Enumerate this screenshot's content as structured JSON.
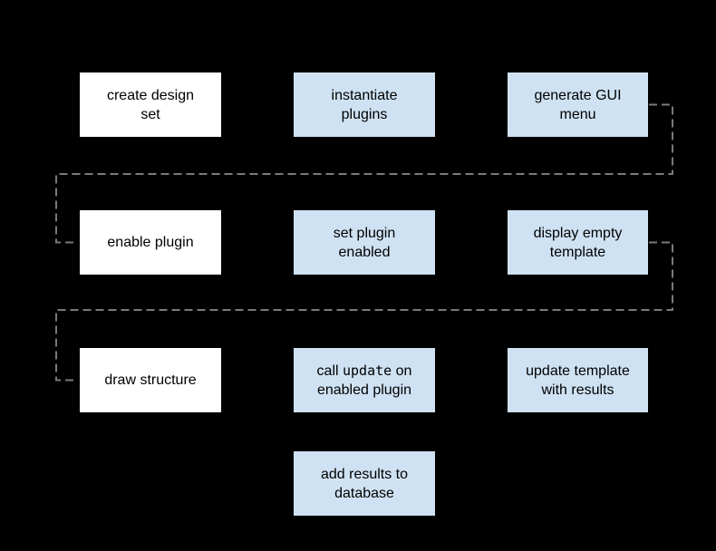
{
  "diagram": {
    "background_color": "#000000",
    "box_border_color": "#000000",
    "user_action_box_fill": "#ffffff",
    "process_box_fill": "#cfe2f3",
    "connector_color": "#7a7a7a",
    "text_color": "#000000",
    "boxes": {
      "create_design_set": {
        "label": "create design\nset"
      },
      "instantiate_plugins": {
        "label": "instantiate\nplugins"
      },
      "generate_gui_menu": {
        "label": "generate GUI\nmenu"
      },
      "enable_plugin": {
        "label": "enable plugin"
      },
      "set_plugin_enabled": {
        "label": "set plugin\nenabled"
      },
      "display_empty_template": {
        "label": "display empty\ntemplate"
      },
      "draw_structure": {
        "label": "draw structure"
      },
      "call_update_on_enabled_plugin": {
        "label_pre": "call ",
        "label_code": "update",
        "label_post": " on\nenabled plugin"
      },
      "update_template_with_results": {
        "label": "update template\nwith results"
      },
      "add_results_to_database": {
        "label": "add results to\ndatabase"
      }
    },
    "connectors": [
      {
        "from": "generate GUI menu",
        "to": "enable plugin",
        "style": "dashed"
      },
      {
        "from": "display empty template",
        "to": "draw structure",
        "style": "dashed"
      }
    ]
  }
}
